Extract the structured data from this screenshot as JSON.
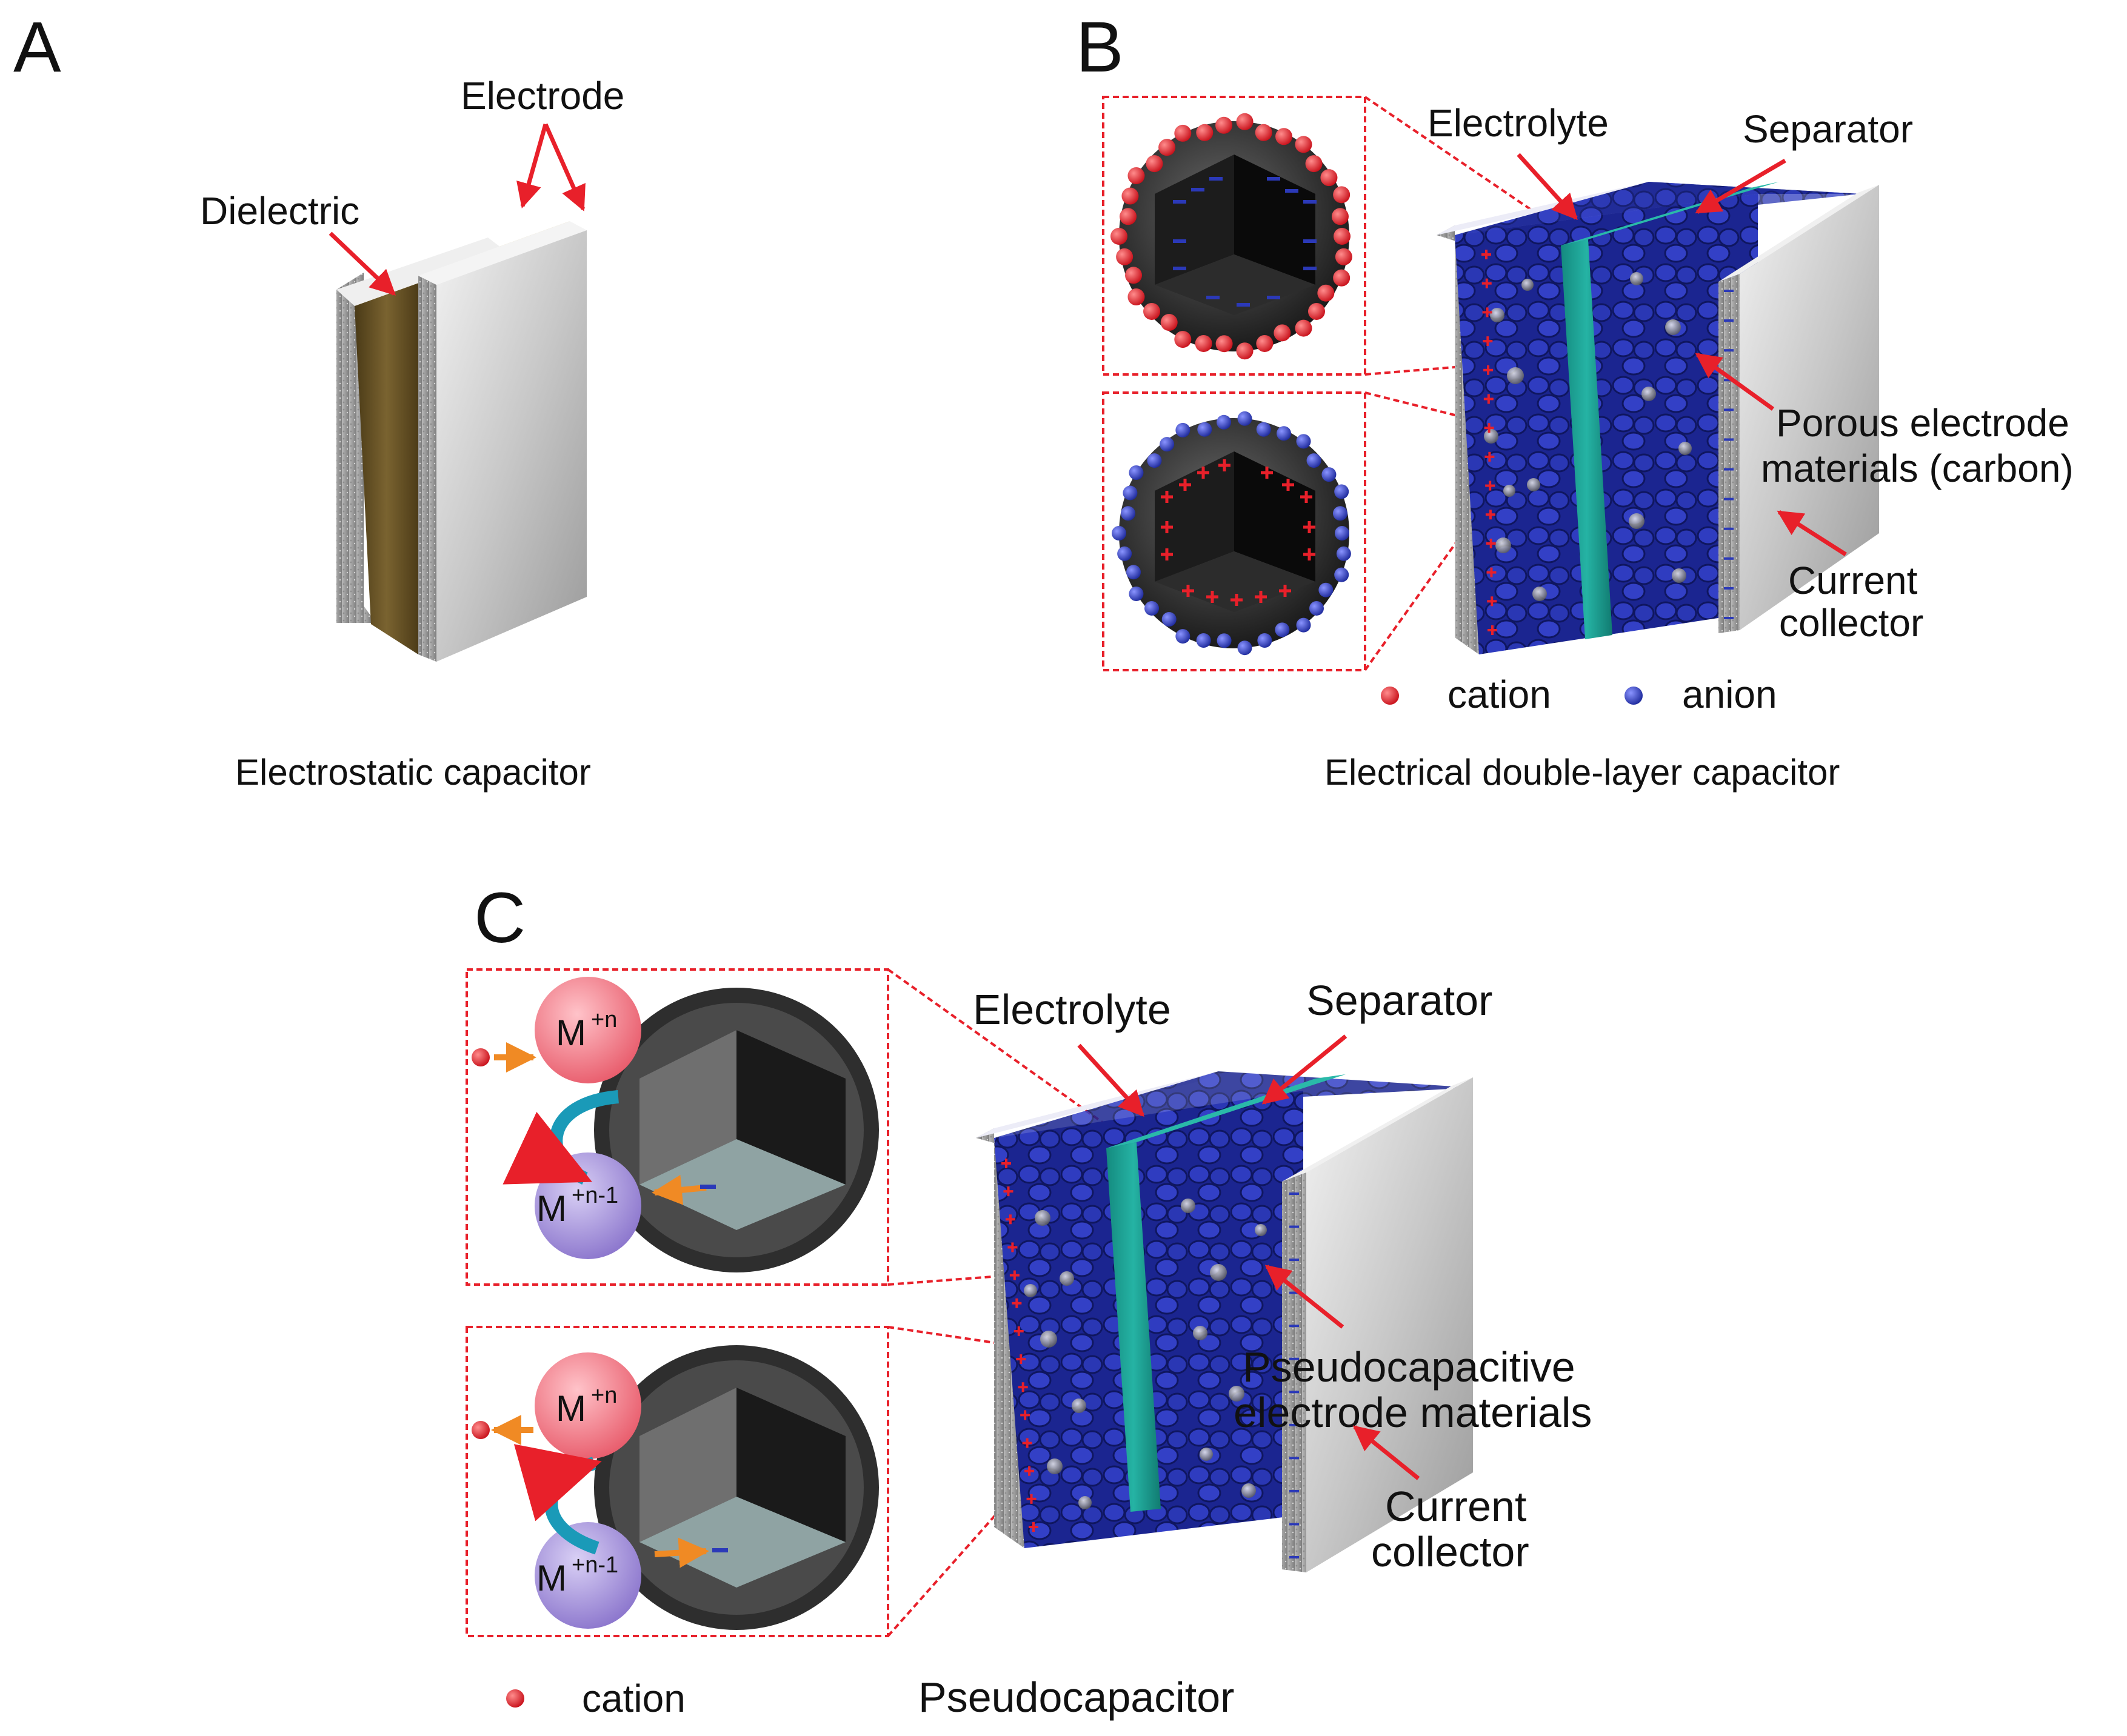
{
  "colors": {
    "arrow": "#e8202a",
    "callout_box": "#e8202a",
    "electrode_metal": "#c9c9c9",
    "dielectric": "#6b5526",
    "electrode_material": "#1e2a9c",
    "separator": "#1a9a8e",
    "cation": "#e8202a",
    "anion": "#2b39b8",
    "ion_m_n": "#f07c88",
    "ion_m_n1": "#9a86d6"
  },
  "panel_a": {
    "letter": "A",
    "label_electrode": "Electrode",
    "label_dielectric": "Dielectric",
    "caption": "Electrostatic capacitor"
  },
  "panel_b": {
    "letter": "B",
    "label_electrolyte": "Electrolyte",
    "label_separator": "Separator",
    "label_porous_1": "Porous electrode",
    "label_porous_2": "materials (carbon)",
    "label_current_1": "Current",
    "label_current_2": "collector",
    "legend_cation": "cation",
    "legend_anion": "anion",
    "caption": "Electrical double-layer capacitor"
  },
  "panel_c": {
    "letter": "C",
    "label_electrolyte": "Electrolyte",
    "label_separator": "Separator",
    "label_pseudo_1": "Pseudocapacitive",
    "label_pseudo_2": "electrode materials",
    "label_current_1": "Current",
    "label_current_2": "collector",
    "ion_m": "M",
    "ion_sup_n": "+n",
    "ion_sup_n1": "+n-1",
    "legend_cation": "cation",
    "caption": "Pseudocapacitor"
  }
}
